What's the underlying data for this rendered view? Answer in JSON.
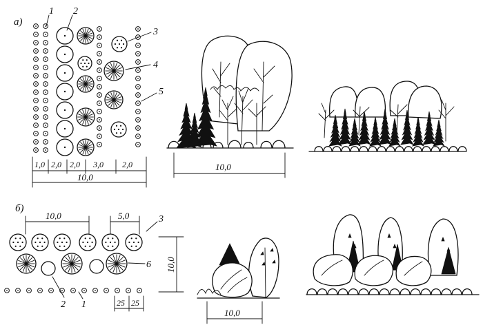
{
  "panel_a": {
    "label": "а)",
    "callouts": [
      "1",
      "2",
      "3",
      "4",
      "5"
    ],
    "plan_dims": [
      "1,0",
      "2,0",
      "2,0",
      "3,0",
      "2,0"
    ],
    "plan_total": "10,0",
    "elev_dim": "10,0"
  },
  "panel_b": {
    "label": "б)",
    "top_dim_left": "10,0",
    "top_dim_right": "5,0",
    "callout_3": "3",
    "callout_6": "6",
    "callout_2": "2",
    "callout_1": "1",
    "side_dim": "10,0",
    "bottom_dims": [
      "25",
      "25"
    ],
    "elev_dim": "10,0"
  }
}
